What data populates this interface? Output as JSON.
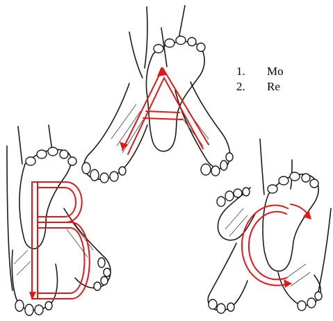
{
  "instructions": {
    "items": [
      {
        "number": "1.",
        "text": "Mo"
      },
      {
        "number": "2.",
        "text": "Re"
      }
    ]
  },
  "figures": [
    {
      "letter": "A",
      "color": "#e01818"
    },
    {
      "letter": "B",
      "color": "#e01818"
    },
    {
      "letter": "C",
      "color": "#e01818"
    }
  ]
}
